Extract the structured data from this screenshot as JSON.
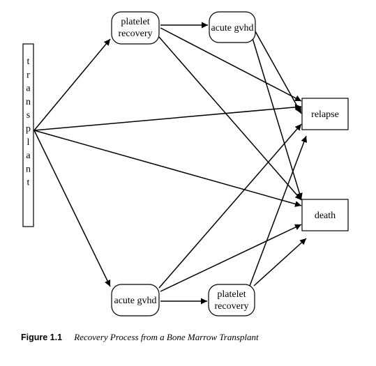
{
  "nodes": {
    "transplant": {
      "letters": [
        "t",
        "r",
        "a",
        "n",
        "s",
        "p",
        "l",
        "a",
        "n",
        "t"
      ]
    },
    "platelet_recovery_top": {
      "lines": [
        "platelet",
        "recovery"
      ]
    },
    "acute_gvhd_top": {
      "lines": [
        "acute gvhd"
      ]
    },
    "relapse": {
      "lines": [
        "relapse"
      ]
    },
    "death": {
      "lines": [
        "death"
      ]
    },
    "acute_gvhd_bottom": {
      "lines": [
        "acute gvhd"
      ]
    },
    "platelet_recovery_bottom": {
      "lines": [
        "platelet",
        "recovery"
      ]
    }
  },
  "edges": [
    {
      "from": "transplant",
      "to": "platelet_recovery_top"
    },
    {
      "from": "transplant",
      "to": "relapse"
    },
    {
      "from": "transplant",
      "to": "death"
    },
    {
      "from": "transplant",
      "to": "acute_gvhd_bottom"
    },
    {
      "from": "platelet_recovery_top",
      "to": "acute_gvhd_top"
    },
    {
      "from": "platelet_recovery_top",
      "to": "relapse"
    },
    {
      "from": "platelet_recovery_top",
      "to": "death"
    },
    {
      "from": "acute_gvhd_top",
      "to": "relapse"
    },
    {
      "from": "acute_gvhd_top",
      "to": "death"
    },
    {
      "from": "acute_gvhd_bottom",
      "to": "platelet_recovery_bottom"
    },
    {
      "from": "acute_gvhd_bottom",
      "to": "relapse"
    },
    {
      "from": "acute_gvhd_bottom",
      "to": "death"
    },
    {
      "from": "platelet_recovery_bottom",
      "to": "relapse"
    },
    {
      "from": "platelet_recovery_bottom",
      "to": "death"
    }
  ],
  "caption": {
    "label": "Figure 1.1",
    "text": "Recovery Process from a Bone Marrow Transplant"
  }
}
